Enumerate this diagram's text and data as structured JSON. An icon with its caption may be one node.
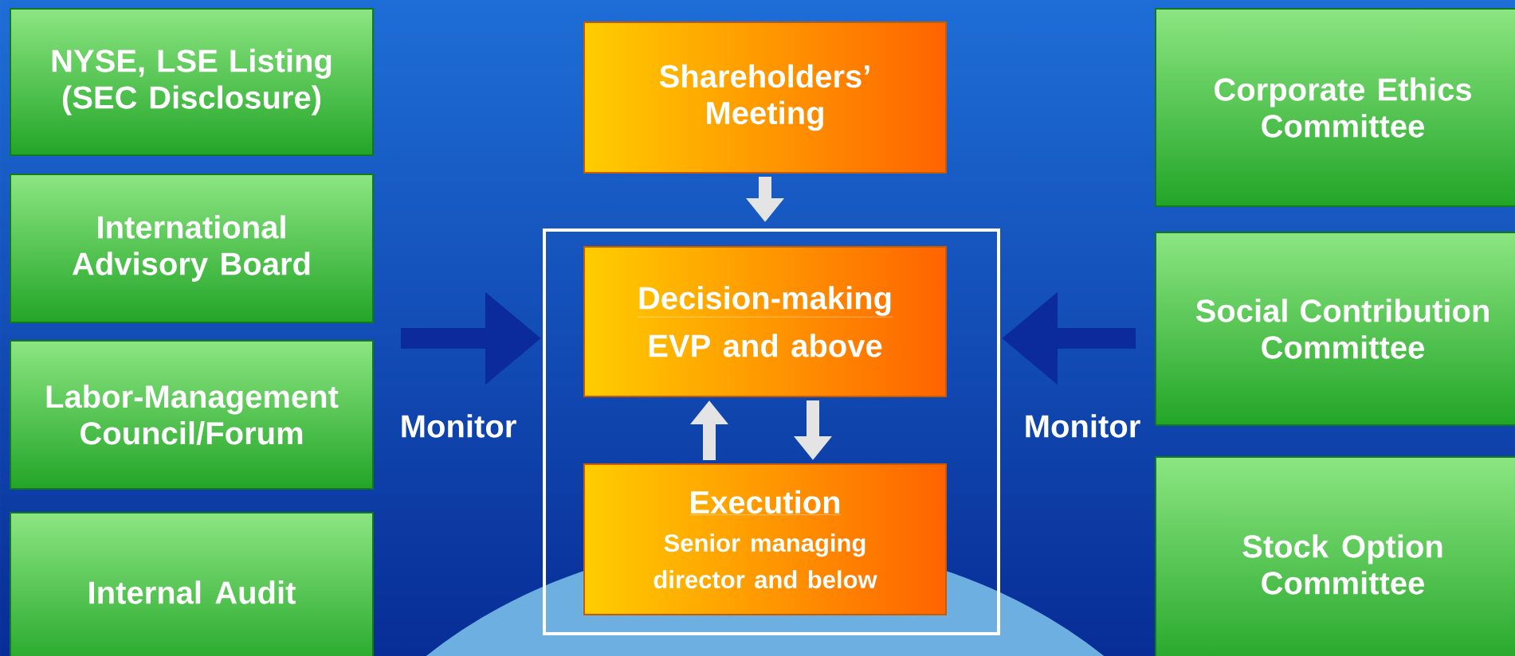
{
  "diagram": {
    "nodes": [
      {
        "text": [
          "NYSE, LSE Listing (SEC Disclosure)"
        ]
      },
      {
        "text": [
          "International Advisory Board"
        ]
      },
      {
        "text": [
          "Labor-Management Council/Forum"
        ]
      },
      {
        "text": [
          "Internal Audit"
        ]
      },
      {
        "text": [
          "Shareholders’ Meeting"
        ]
      },
      {
        "text": [],
        "shape": "box"
      },
      {
        "text": [
          "Decision-making",
          "EVP and above"
        ],
        "in": 5
      },
      {
        "text": [
          "Execution",
          "Senior managing director and below"
        ],
        "in": 5
      },
      {
        "text": [
          "Corporate Ethics Committee"
        ]
      },
      {
        "text": [
          "Social Contribution Committee"
        ]
      },
      {
        "text": [
          "Stock Option Committee"
        ]
      }
    ],
    "edges": [
      {
        "from": null,
        "to": 5,
        "arrow": "to",
        "label": "Monitor",
        "color": "#0b2a9c"
      },
      {
        "from": null,
        "to": 5,
        "arrow": "to",
        "label": "Monitor",
        "color": "#0b2a9c"
      },
      {
        "from": 4,
        "to": 6,
        "arrow": "to"
      },
      {
        "from": 7,
        "to": 6,
        "arrow": "to"
      },
      {
        "from": 6,
        "to": 7,
        "arrow": "to"
      }
    ]
  }
}
